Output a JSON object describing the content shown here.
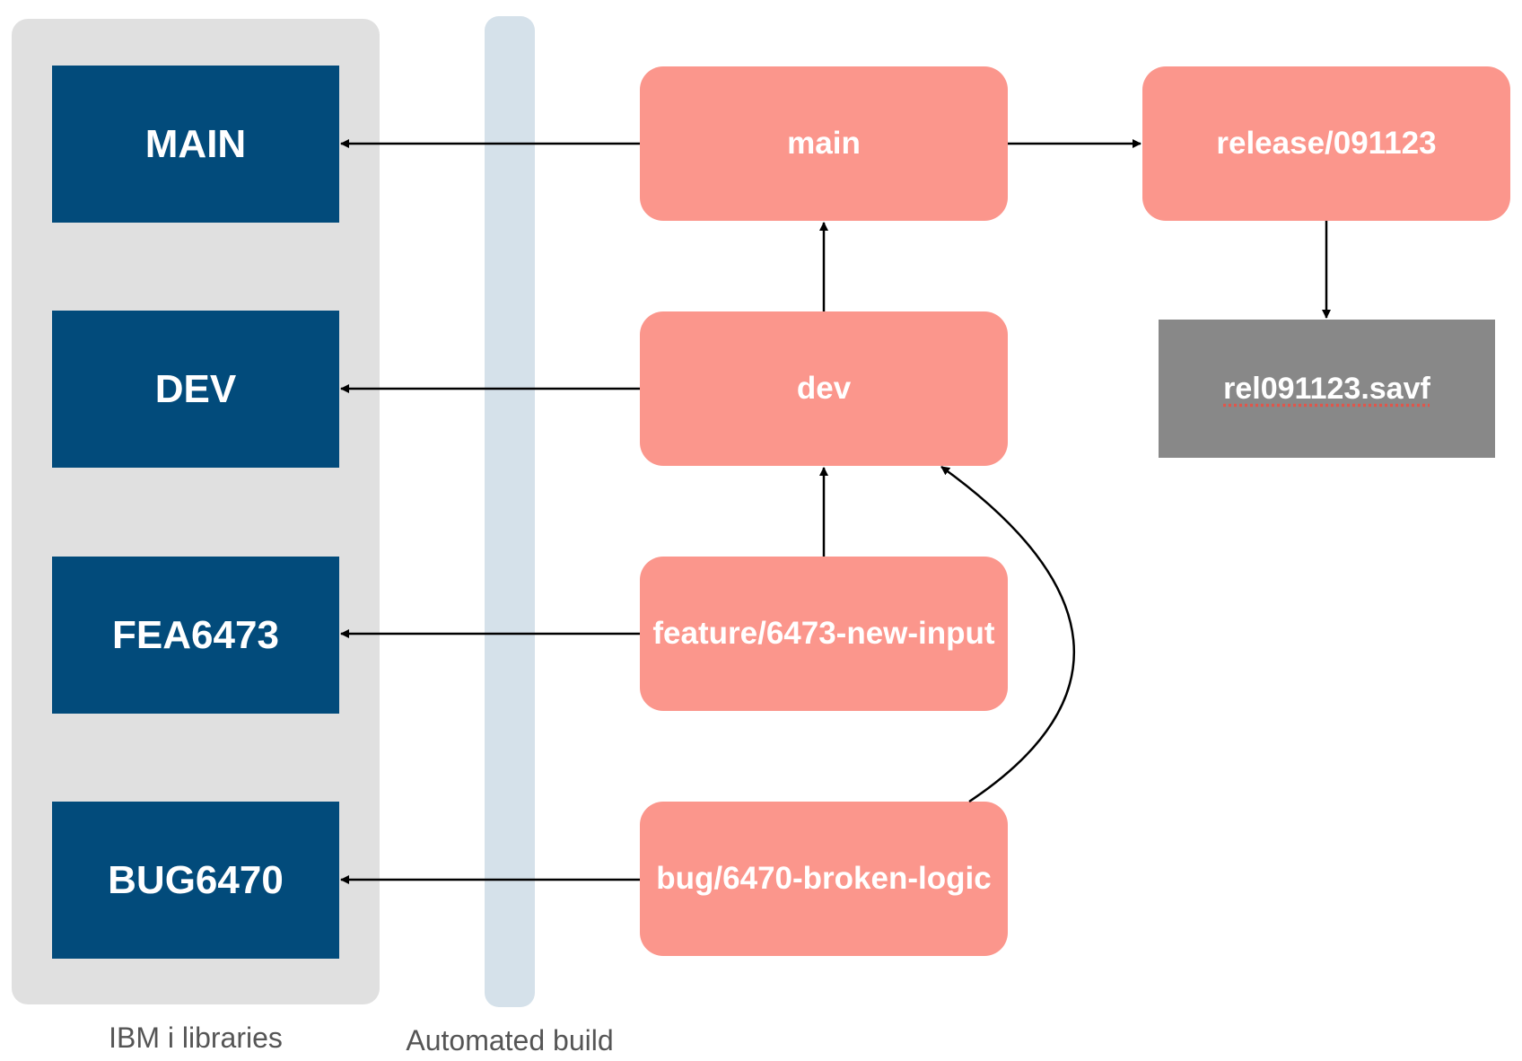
{
  "libraries": {
    "caption": "IBM i libraries",
    "items": [
      {
        "label": "MAIN"
      },
      {
        "label": "DEV"
      },
      {
        "label": "FEA6473"
      },
      {
        "label": "BUG6470"
      }
    ]
  },
  "build": {
    "caption": "Automated build"
  },
  "branches": {
    "main": "main",
    "dev": "dev",
    "feature": "feature/6473-new-input",
    "bug": "bug/6470-broken-logic",
    "release": "release/091123"
  },
  "artifact": {
    "label": "rel091123.savf"
  },
  "colors": {
    "library": "#024b7b",
    "branch": "#fb968c",
    "artifact": "#888888",
    "libraries_panel": "#e0e0e0",
    "build_panel": "#d5e1ea"
  }
}
